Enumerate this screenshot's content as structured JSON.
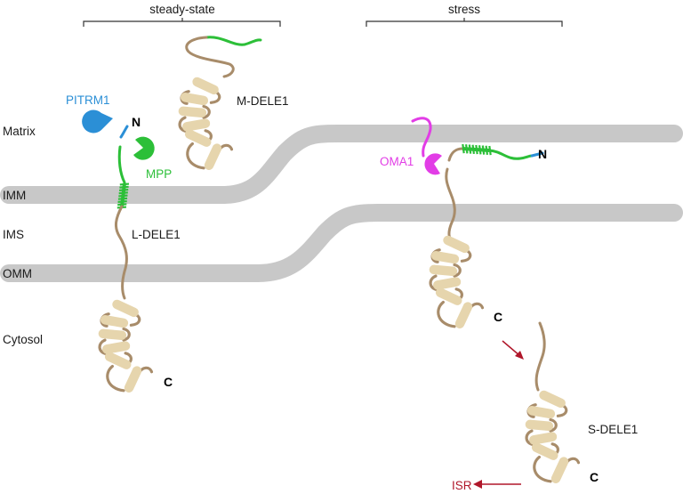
{
  "colors": {
    "membrane": "#c8c8c8",
    "loop": "#a88c6a",
    "helix": "#e6d5ad",
    "mts": "#2cbf38",
    "presequence": "#2b8fd6",
    "pitrm1": "#2b8fd6",
    "mpp": "#2cbf38",
    "oma1": "#e23de6",
    "isr": "#b0172a",
    "text": "#1a1a1a"
  },
  "conditions": {
    "steady_state": "steady-state",
    "stress": "stress"
  },
  "compartments": {
    "matrix": "Matrix",
    "imm": "IMM",
    "ims": "IMS",
    "omm": "OMM",
    "cytosol": "Cytosol"
  },
  "proteins": {
    "pitrm1": "PITRM1",
    "mpp": "MPP",
    "oma1": "OMA1",
    "m_dele1": "M-DELE1",
    "l_dele1": "L-DELE1",
    "s_dele1": "S-DELE1"
  },
  "termini": {
    "n": "N",
    "c": "C"
  },
  "outcome": {
    "isr": "ISR"
  }
}
